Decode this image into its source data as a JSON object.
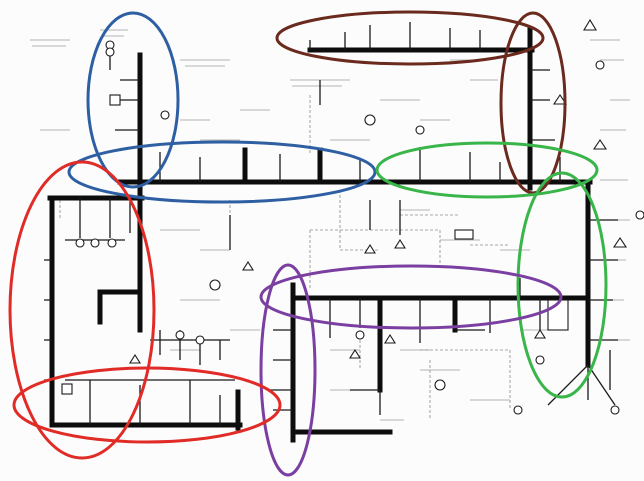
{
  "diagram": {
    "background": "#fcfcfc",
    "bus_color": "#0d0d0d",
    "zones": [
      {
        "id": "upper-left-vertical",
        "color": "#2e5fa3"
      },
      {
        "id": "upper-left-horizontal",
        "color": "#2e5fa3"
      },
      {
        "id": "top-right-horizontal",
        "color": "#6b2a1e"
      },
      {
        "id": "top-right-vertical",
        "color": "#6b2a1e"
      },
      {
        "id": "right-horizontal",
        "color": "#39b54a"
      },
      {
        "id": "right-vertical",
        "color": "#39b54a"
      },
      {
        "id": "lower-middle-horizontal",
        "color": "#7a3fa0"
      },
      {
        "id": "lower-middle-vertical",
        "color": "#7a3fa0"
      },
      {
        "id": "left-vertical",
        "color": "#e02b26"
      },
      {
        "id": "bottom-left-horizontal",
        "color": "#e02b26"
      }
    ]
  }
}
